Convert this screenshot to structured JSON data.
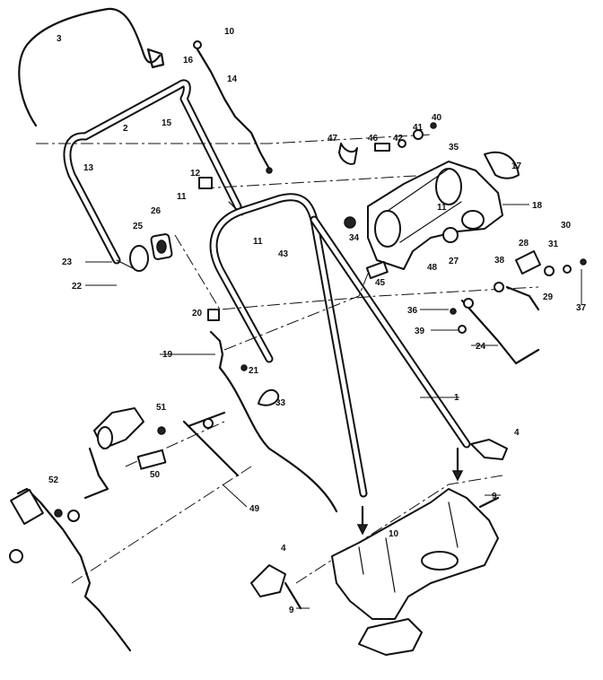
{
  "labels": {
    "p1": "1",
    "p2": "2",
    "p3": "3",
    "p4a": "4",
    "p4b": "4",
    "p9a": "9",
    "p9b": "9",
    "p10a": "10",
    "p10b": "10",
    "p11a": "11",
    "p11b": "11",
    "p11c": "11",
    "p12": "12",
    "p13": "13",
    "p14": "14",
    "p15": "15",
    "p16": "16",
    "p17": "17",
    "p18": "18",
    "p19": "19",
    "p20": "20",
    "p21": "21",
    "p22": "22",
    "p23": "23",
    "p24": "24",
    "p25": "25",
    "p26": "26",
    "p27": "27",
    "p28": "28",
    "p29": "29",
    "p30": "30",
    "p31": "31",
    "p33": "33",
    "p34": "34",
    "p35": "35",
    "p36": "36",
    "p37": "37",
    "p38": "38",
    "p39": "39",
    "p40": "40",
    "p41": "41",
    "p42": "42",
    "p43": "43",
    "p45": "45",
    "p46": "46",
    "p47": "47",
    "p48a": "48",
    "p49": "49",
    "p50": "50",
    "p51": "51",
    "p52": "52"
  }
}
